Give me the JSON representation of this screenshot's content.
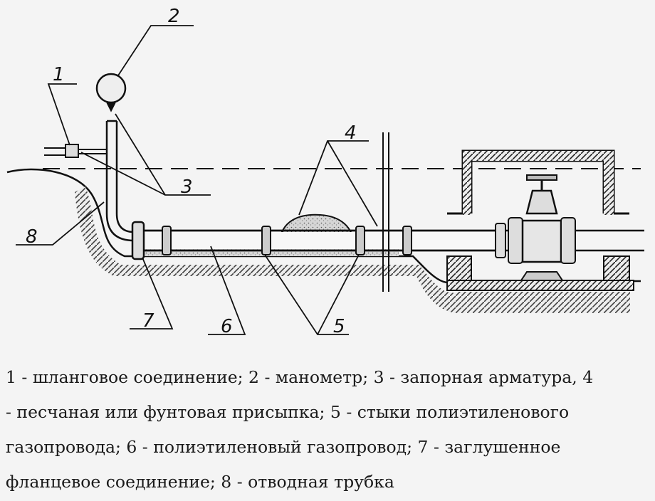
{
  "callouts": [
    "1",
    "2",
    "3",
    "4",
    "5",
    "6",
    "7",
    "8"
  ],
  "caption": [
    "1 - шланговое соединение; 2 - манометр; 3 - запорная арматура, 4",
    "- песчаная или фунтовая присыпка; 5 - стыки полиэтиленового",
    "газопровода; 6 - полиэтиленовый газопровод; 7 - заглушенное",
    "фланцевое соединение; 8 - отводная трубка"
  ]
}
